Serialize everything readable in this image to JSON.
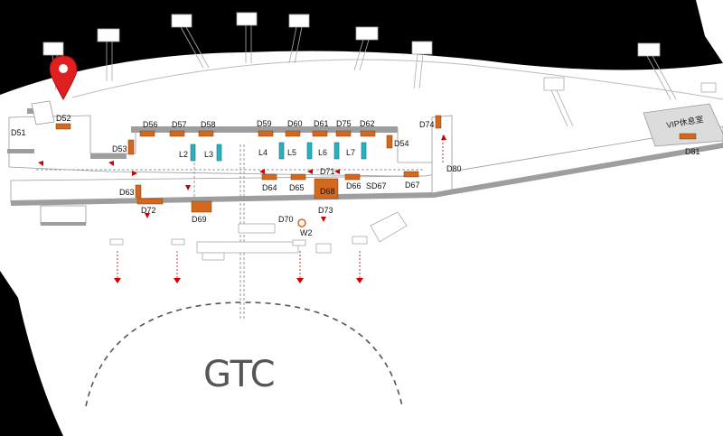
{
  "map": {
    "area_label": "GTC",
    "vip_label": "VIP休息室",
    "marker": {
      "name": "location-pin",
      "color": "#e02020",
      "at_gate": "D52"
    },
    "colors": {
      "gate": "#d2691e",
      "lounge": "#2bb0c0",
      "background": "#000000",
      "land": "#ffffff",
      "arrow": "#cc0000"
    },
    "gates": [
      "D51",
      "D52",
      "D53",
      "D54",
      "D56",
      "D57",
      "D58",
      "D59",
      "D60",
      "D61",
      "D75",
      "D62",
      "D74",
      "D80",
      "D81",
      "D63",
      "D64",
      "D65",
      "D71",
      "D68",
      "D66",
      "SD67",
      "D67",
      "D72",
      "D69",
      "D70",
      "D73"
    ],
    "lounges": [
      "L2",
      "L3",
      "L4",
      "L5",
      "L6",
      "L7"
    ],
    "points": [
      "W2"
    ]
  }
}
